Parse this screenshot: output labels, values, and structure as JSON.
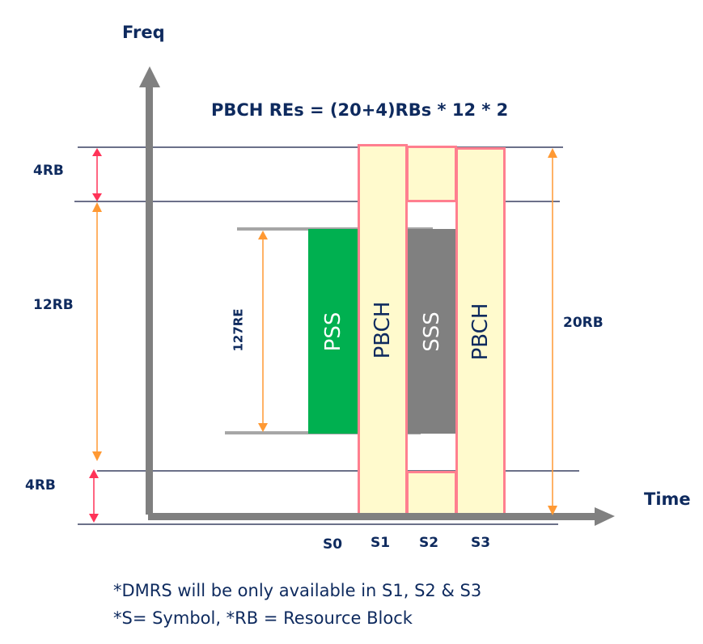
{
  "title": "PBCH REs = (20+4)RBs * 12 * 2",
  "axes": {
    "y_label": "Freq",
    "x_label": "Time"
  },
  "dimensions": {
    "top_4rb": "4RB",
    "mid_12rb": "12RB",
    "bottom_4rb": "4RB",
    "right_20rb": "20RB",
    "pss_127re": "127RE"
  },
  "symbols": [
    "S0",
    "S1",
    "S2",
    "S3"
  ],
  "blocks": {
    "pss": "PSS",
    "pbch_s1": "PBCH",
    "sss": "SSS",
    "pbch_s3": "PBCH"
  },
  "footnotes": [
    "*DMRS will be only available in S1, S2 & S3",
    "*S= Symbol, *RB = Resource Block"
  ],
  "colors": {
    "pss": "#00b050",
    "sss": "#808080",
    "pbch_fill": "#fffacd",
    "pbch_border": "#ff7f8f",
    "axis": "#808080",
    "text": "#0e2a5e",
    "arrow_red": "#ff3358",
    "arrow_orange": "#ff9933"
  }
}
